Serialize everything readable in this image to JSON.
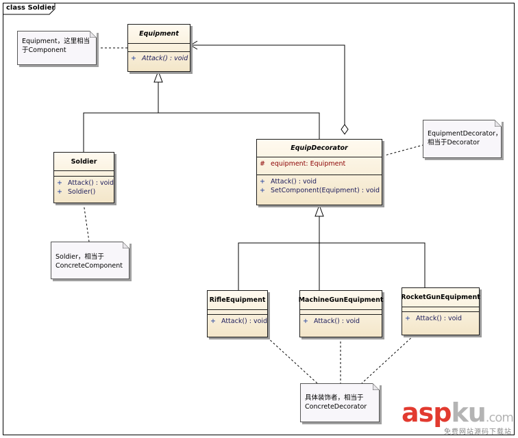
{
  "frame_label": "class Soldier",
  "classes": {
    "equipment": {
      "name": "Equipment",
      "abstract": true,
      "operations": [
        {
          "vis": "+",
          "sig": "Attack() : void",
          "abstract": true
        }
      ]
    },
    "soldier": {
      "name": "Soldier",
      "operations": [
        {
          "vis": "+",
          "sig": "Attack() : void"
        },
        {
          "vis": "+",
          "sig": "Soldier()"
        }
      ]
    },
    "equip_decorator": {
      "name": "EquipDecorator",
      "abstract": true,
      "attributes": [
        {
          "vis": "#",
          "sig": "equipment:  Equipment"
        }
      ],
      "operations": [
        {
          "vis": "+",
          "sig": "Attack() : void"
        },
        {
          "vis": "+",
          "sig": "SetComponent(Equipment) : void"
        }
      ]
    },
    "rifle": {
      "name": "RifleEquipment",
      "operations": [
        {
          "vis": "+",
          "sig": "Attack() : void"
        }
      ]
    },
    "machinegun": {
      "name": "MachineGunEquipment",
      "operations": [
        {
          "vis": "+",
          "sig": "Attack() : void"
        }
      ]
    },
    "rocketgun": {
      "name": "RocketGunEquipment",
      "operations": [
        {
          "vis": "+",
          "sig": "Attack() : void"
        }
      ]
    }
  },
  "notes": {
    "equipment": [
      "Equipment，这里相当",
      "于Component"
    ],
    "decorator": [
      "EquipmentDecorator，",
      "相当于Decorator"
    ],
    "soldier": [
      "Soldier，相当于",
      "ConcreteComponent"
    ],
    "concrete": [
      "具体装饰者，相当于",
      "ConcreteDecorator"
    ]
  },
  "watermark": {
    "asp": "asp",
    "ku": "ku",
    "com": ".com",
    "sub": "免费网站源码下载站"
  },
  "colors": {
    "class_fill_top": "#fffaf0",
    "class_fill_bottom": "#f3e6c9",
    "attribute": "#8b0000",
    "watermark_red": "#e23a2f"
  }
}
